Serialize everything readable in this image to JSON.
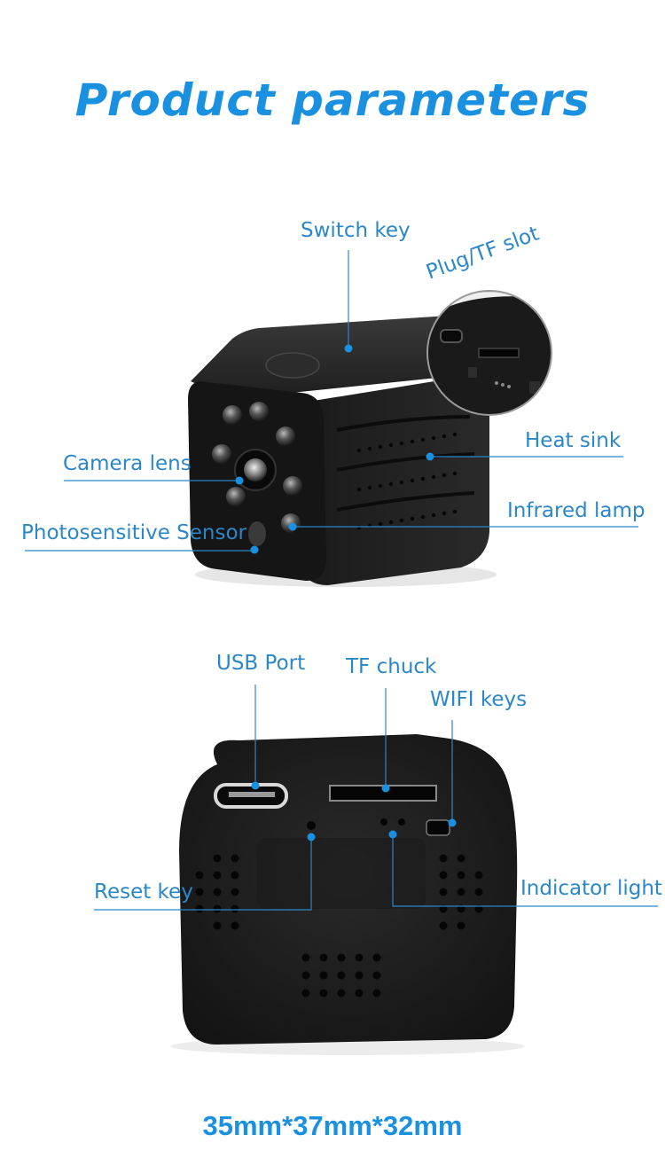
{
  "title": "Product parameters",
  "front_labels": {
    "switch_key": "Switch key",
    "plug_tf_slot": "Plug/TF slot",
    "heat_sink": "Heat sink",
    "camera_lens": "Camera lens",
    "infrared_lamp": "Infrared lamp",
    "photosensitive_sensor": "Photosensitive Sensor"
  },
  "back_labels": {
    "usb_port": "USB Port",
    "tf_chuck": "TF chuck",
    "wifi_keys": "WIFI keys",
    "reset_key": "Reset key",
    "indicator_light": "Indicator light"
  },
  "dimensions": "35mm*37mm*32mm",
  "colors": {
    "accent": "#1a90e0",
    "label": "#2b87c8",
    "body": "#141414"
  }
}
